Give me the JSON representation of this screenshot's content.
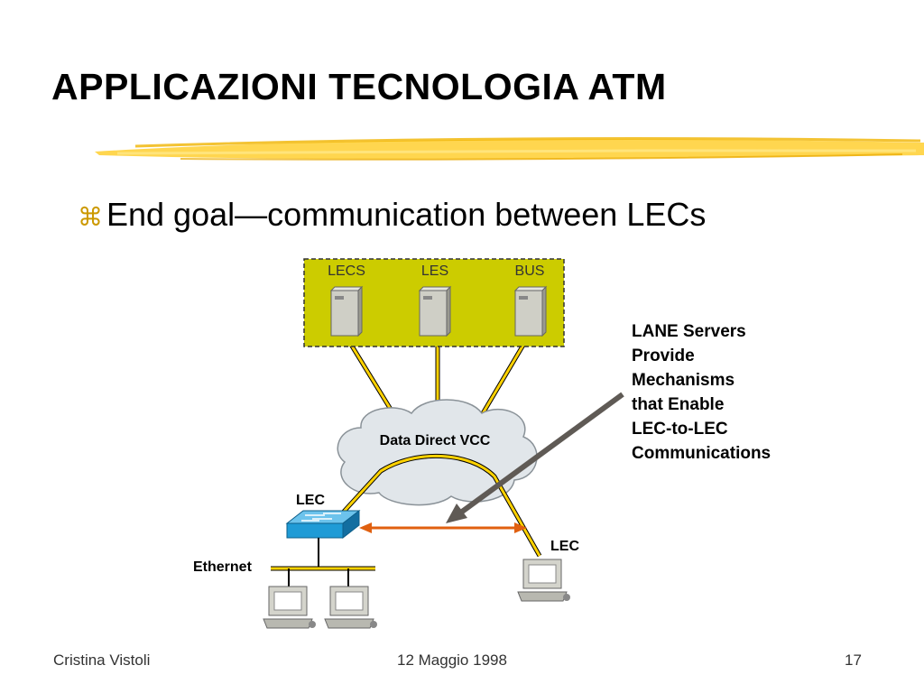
{
  "slide": {
    "title": "APPLICAZIONI TECNOLOGIA ATM",
    "bullet_glyph": "⌘",
    "bullet_text": "End goal—communication between LECs"
  },
  "diagram": {
    "servers": {
      "lecs": "LECS",
      "les": "LES",
      "bus": "BUS"
    },
    "cloud_label": "Data Direct VCC",
    "callout": [
      "LANE Servers",
      "Provide",
      "Mechanisms",
      "that Enable",
      "LEC-to-LEC",
      "Communications"
    ],
    "lec_switch_label": "LEC",
    "lec_host_label": "LEC",
    "ethernet_label": "Ethernet"
  },
  "colors": {
    "server_box": "#cccc00",
    "cloud": "#e1e6ea",
    "link": "#ffd200",
    "arrow": "#e06010",
    "pointer": "#5f5a55",
    "switch": "#1f9bd6",
    "brush": "#ffd23c"
  },
  "footer": {
    "author": "Cristina Vistoli",
    "date": "12 Maggio 1998",
    "page": "17"
  }
}
